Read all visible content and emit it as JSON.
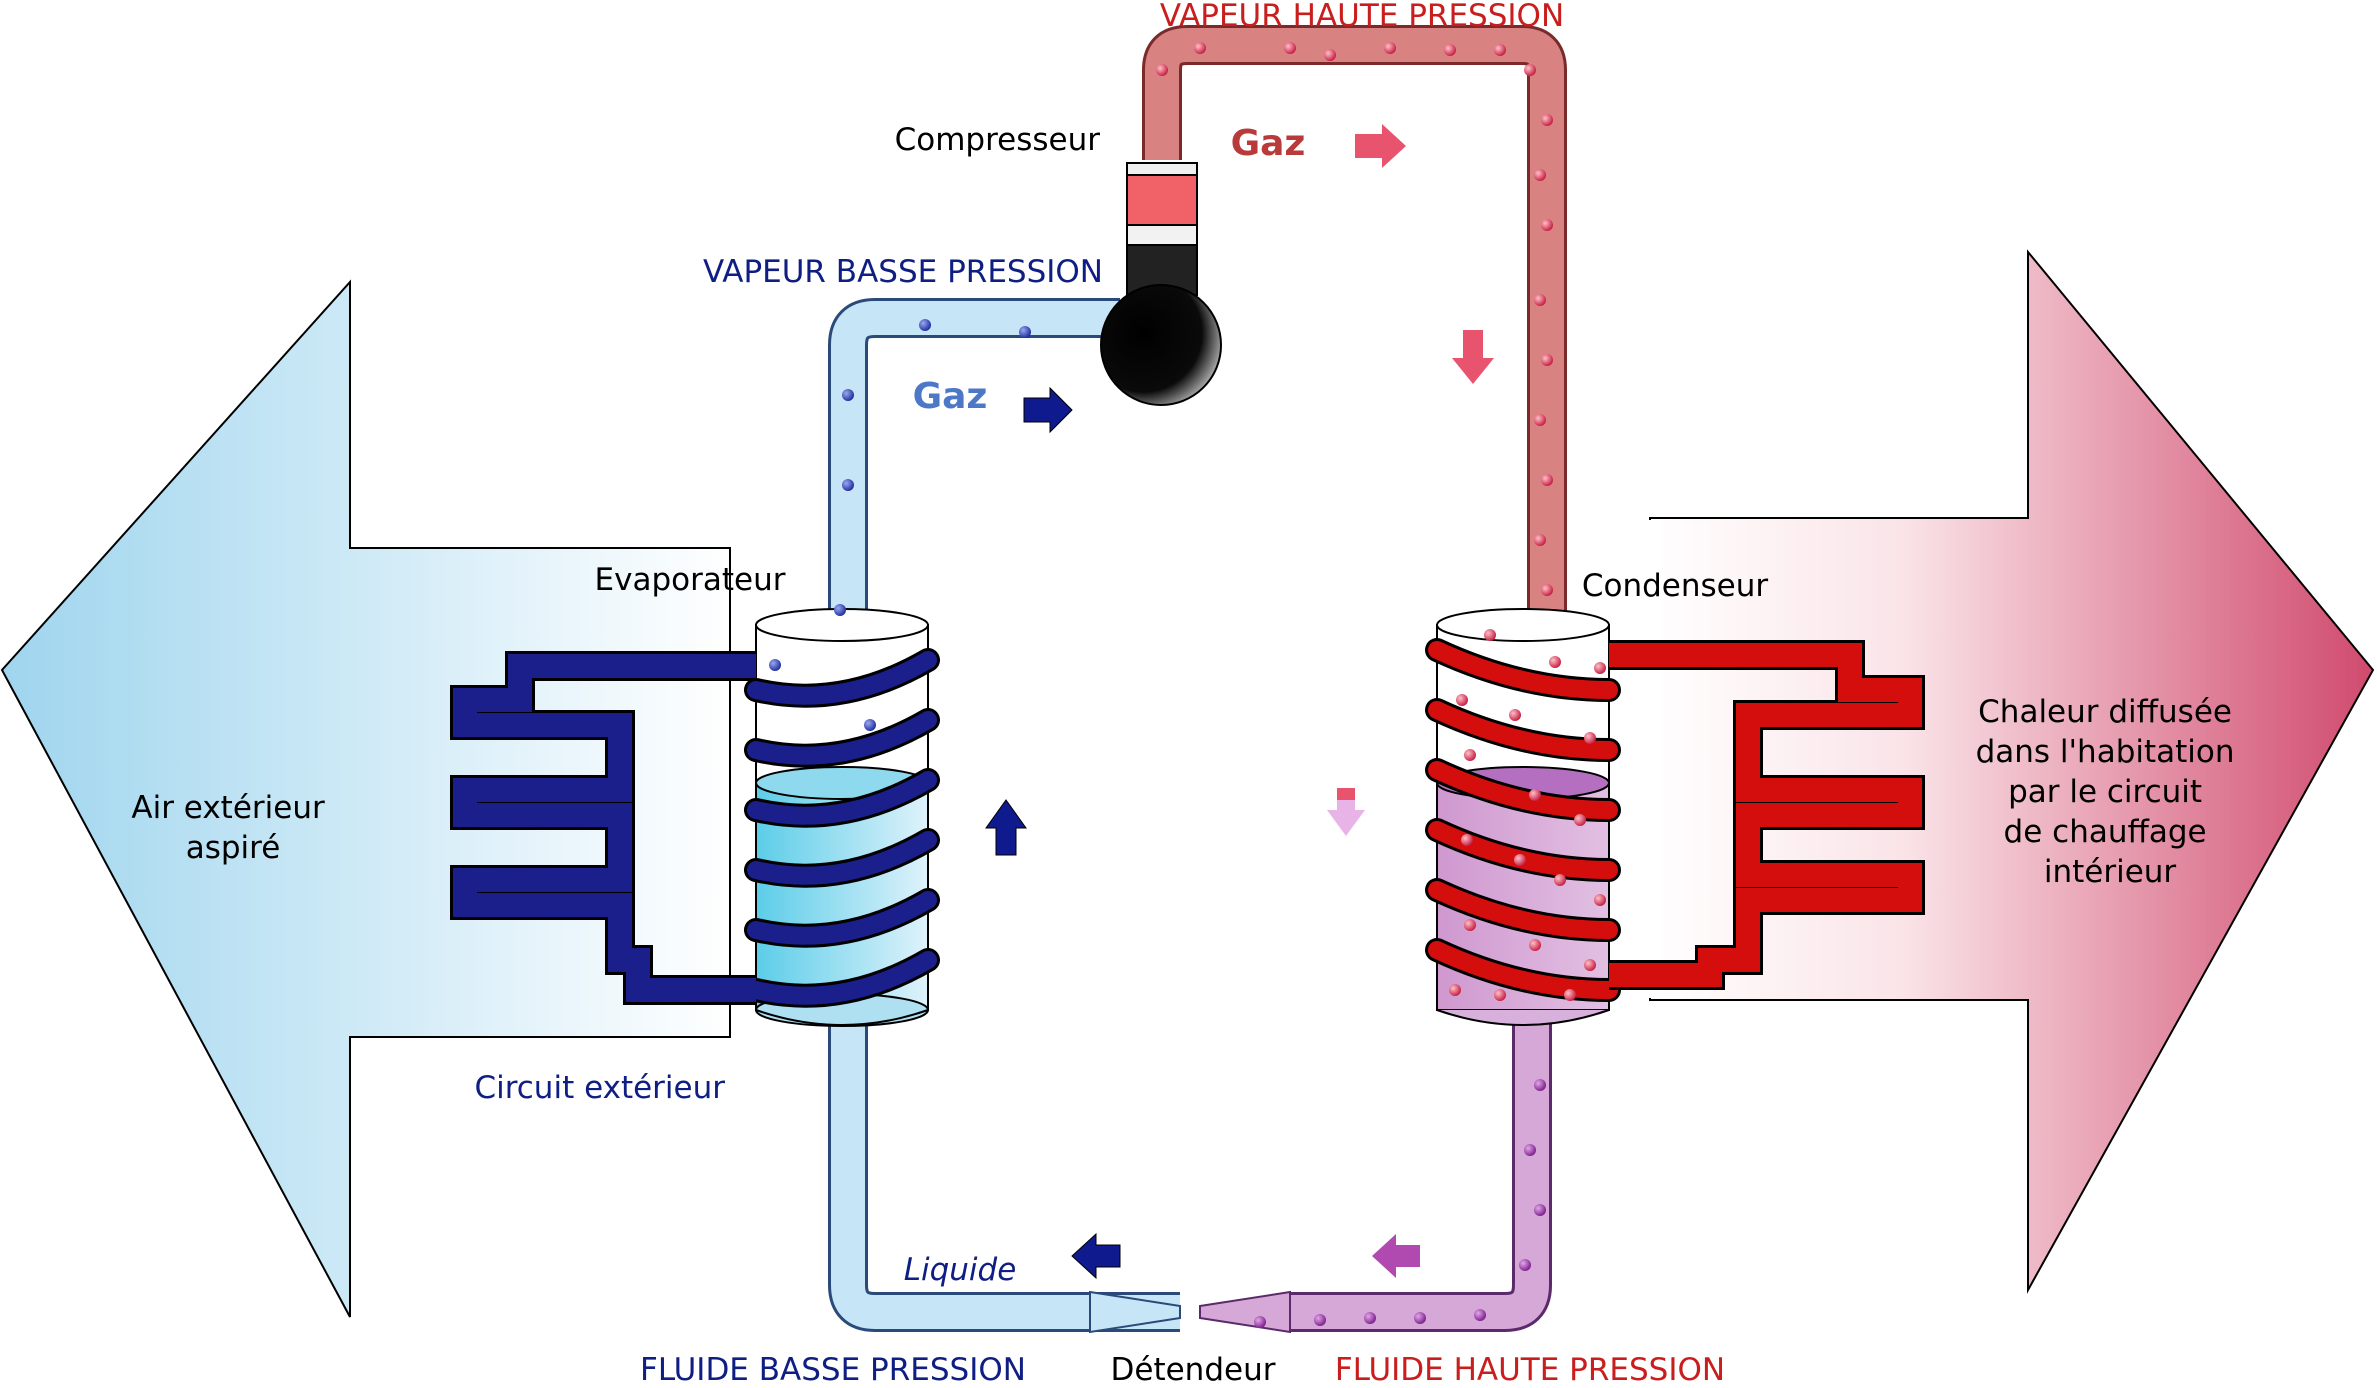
{
  "labels": {
    "vapeur_haute_pression": "VAPEUR HAUTE PRESSION",
    "compresseur": "Compresseur",
    "gaz_hot": "Gaz",
    "vapeur_basse_pression": "VAPEUR BASSE PRESSION",
    "gaz_cold": "Gaz",
    "evaporateur": "Evaporateur",
    "condenseur": "Condenseur",
    "air_exterieur_line1": "Air extérieur",
    "air_exterieur_line2": "aspiré",
    "chaleur_line1": "Chaleur diffusée",
    "chaleur_line2": "dans l'habitation",
    "chaleur_line3": "par le circuit",
    "chaleur_line4": "de chauffage",
    "chaleur_line5": "intérieur",
    "circuit_exterieur": "Circuit extérieur",
    "liquide": "Liquide",
    "fluide_basse_pression": "FLUIDE BASSE PRESSION",
    "detendeur": "Détendeur",
    "fluide_haute_pression": "FLUIDE HAUTE PRESSION"
  },
  "icons": {
    "compressor": "compressor-icon",
    "evaporator": "evaporator-cylinder",
    "condenser": "condenser-cylinder",
    "expansion_valve": "expansion-valve-icon"
  },
  "colors": {
    "cold_pipe": "#c6e6f7",
    "cold_coil": "#1a1f8c",
    "cold_arrow": "#0f1a8f",
    "cold_gaz_text": "#4d78c8",
    "hot_pipe": "#d98282",
    "hot_coil": "#d40d0d",
    "hot_arrow": "#e8546e",
    "hot_gaz_text": "#b83a3a",
    "liquid_pipe": "#d5a8d8",
    "liquid_arrow": "#b04ab0",
    "dot_blue": "#2a3aa8",
    "dot_red": "#c8264a",
    "dot_purple": "#8a2c9a"
  }
}
